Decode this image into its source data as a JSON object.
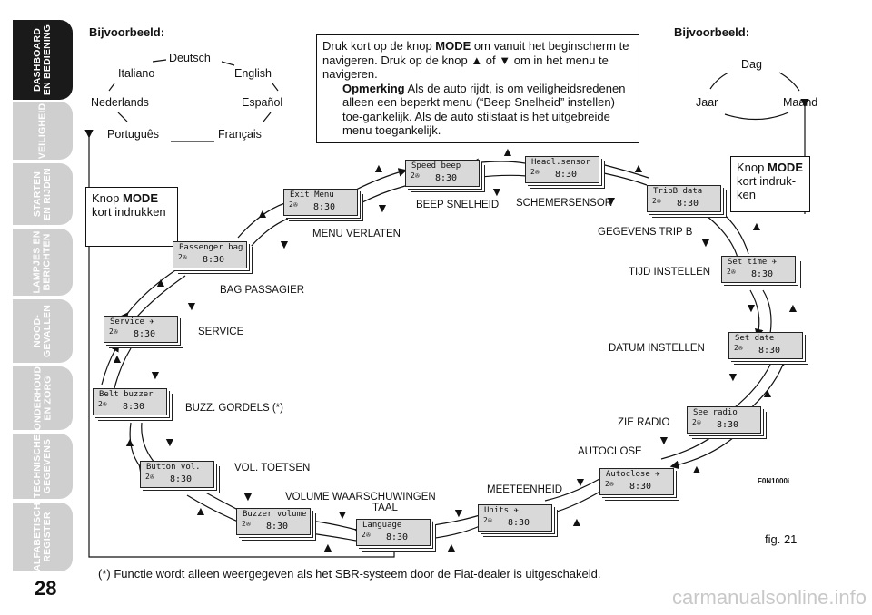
{
  "sidebar": [
    {
      "label": "DASHBOARD\nEN BEDIENING",
      "active": true
    },
    {
      "label": "VEILIGHEID"
    },
    {
      "label": "STARTEN\nEN RIJDEN"
    },
    {
      "label": "LAMPJES EN\nBERICHTEN"
    },
    {
      "label": "NOOD-\nGEVALLEN"
    },
    {
      "label": "ONDERHOUD\nEN ZORG"
    },
    {
      "label": "TECHNISCHE\nGEGEVENS"
    },
    {
      "label": "ALFABETISCH\nREGISTER"
    }
  ],
  "page_number": "28",
  "example_left": "Bijvoorbeeld:",
  "example_right": "Bijvoorbeeld:",
  "languages": [
    "Deutsch",
    "Italiano",
    "English",
    "Nederlands",
    "Español",
    "Português",
    "Français"
  ],
  "units_example": [
    "Dag",
    "Jaar",
    "Maand"
  ],
  "info_box": {
    "p1_a": "Druk kort op de knop ",
    "p1_b": "MODE",
    "p1_c": " om vanuit het beginscherm te navigeren. Druk op de knop ▲ of ▼ om in het menu te navigeren.",
    "p2_a": "Opmerking",
    "p2_b": " Als de auto rijdt, is om veiligheidsredenen alleen een beperkt menu (“Beep Snelheid” instellen) toe-gankelijk. Als de auto stilstaat is het uitgebreide menu toegankelijk."
  },
  "left_box": {
    "a": "Knop ",
    "b": "MODE",
    "c": " kort indrukken"
  },
  "right_box": {
    "a": "Knop ",
    "b": "MODE",
    "c": " kort indruk-ken"
  },
  "screens": {
    "exit": "Exit Menu",
    "speed": "Speed beep",
    "headl": "Headl.sensor",
    "tripb": "TripB data",
    "settime": "Set time  ✈",
    "setdate": "Set date",
    "radio": "See radio",
    "autoclose": "Autoclose ✈",
    "units": "Units    ✈",
    "language": "Language",
    "buzzer": "Buzzer volume",
    "button": "Button vol.",
    "belt": "Belt buzzer",
    "service": "Service  ✈",
    "passenger": "Passenger bag",
    "icon": "2✇",
    "time": "8:30"
  },
  "labels": {
    "exit": "MENU VERLATEN",
    "speed": "BEEP SNELHEID",
    "headl": "SCHEMERSENSOR",
    "tripb": "GEGEVENS TRIP B",
    "settime": "TIJD INSTELLEN",
    "setdate": "DATUM   INSTELLEN",
    "radio": "ZIE RADIO",
    "autoclose": "AUTOCLOSE",
    "units": "MEETEENHEID",
    "language_a": "VOLUME  WAARSCHUWINGEN",
    "language_b": "TAAL",
    "button": "VOL. TOETSEN",
    "belt": "BUZZ. GORDELS (*)",
    "service": "SERVICE",
    "passenger": "BAG PASSAGIER"
  },
  "figure_code": "F0N1000i",
  "figure_label": "fig. 21",
  "footnote": "(*) Functie wordt alleen weergegeven als het SBR-systeem door de Fiat-dealer is uitgeschakeld.",
  "watermark": "carmanualsonline.info"
}
